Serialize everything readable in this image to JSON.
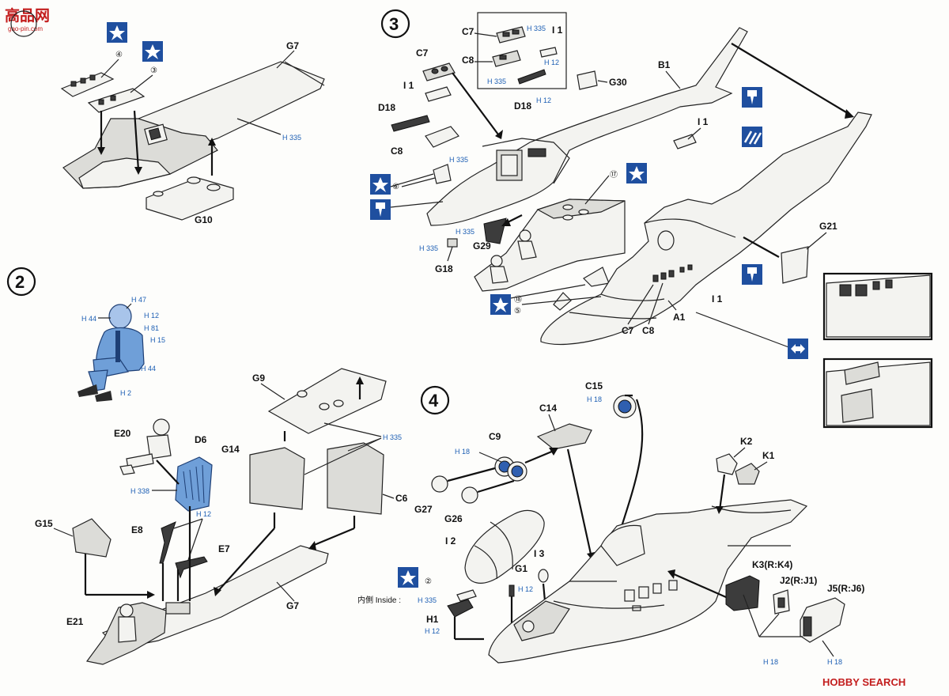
{
  "watermark": {
    "site": "高品网",
    "domain": "gao-pin.com",
    "footer": "HOBBY SEARCH"
  },
  "steps": {
    "s2": "2",
    "s3": "3",
    "s4": "4"
  },
  "markers": {
    "m1": "④",
    "m2": "③",
    "m3": "⑥",
    "m4": "⑰",
    "m5": "⑱",
    "m6": "⑤",
    "m7": "②"
  },
  "labels": {
    "g7a": "G7",
    "g10": "G10",
    "c7a": "C7",
    "c8a": "C8",
    "i1a": "I 1",
    "d18a": "D18",
    "c7b": "C7",
    "i1b": "I 1",
    "c8b": "C8",
    "d18b": "D18",
    "b1": "B1",
    "g30": "G30",
    "i1c": "I 1",
    "g29": "G29",
    "g18": "G18",
    "g21": "G21",
    "i1d": "I 1",
    "c7c": "C7",
    "c8c": "C8",
    "a1": "A1",
    "g9": "G9",
    "g14": "G14",
    "c6": "C6",
    "e20": "E20",
    "d6": "D6",
    "g15": "G15",
    "e8": "E8",
    "e7": "E7",
    "g7b": "G7",
    "e21": "E21",
    "c15": "C15",
    "c14": "C14",
    "c9": "C9",
    "g27": "G27",
    "g26": "G26",
    "i2": "I 2",
    "i3": "I 3",
    "g1": "G1",
    "h1": "H1",
    "k2": "K2",
    "k1": "K1",
    "k3": "K3(R:K4)",
    "j2": "J2(R:J1)",
    "j5": "J5(R:J6)",
    "inside": "内側  Inside :"
  },
  "paint": {
    "p1": "H 335",
    "p2": "H 335",
    "p3": "H 12",
    "p4": "H 335",
    "p5": "H 12",
    "p6": "H 335",
    "p7": "H 335",
    "p8": "H 335",
    "p9": "H 47",
    "p10": "H 44",
    "p11": "H 12",
    "p12": "H 81",
    "p13": "H 15",
    "p14": "H 44",
    "p15": "H 2",
    "p16": "H 335",
    "p17": "H 338",
    "p18": "H 12",
    "p19": "H 18",
    "p20": "H 18",
    "p21": "H 12",
    "p22": "H 335",
    "p23": "H 12",
    "p24": "H 18",
    "p25": "H 18"
  },
  "colors": {
    "pilot": "#6f9fd8",
    "paint_code": "#1d5fb4",
    "symbol": "#1f4f9f"
  },
  "icons": [
    "star-icon",
    "drill-hole-icon",
    "decal-stripe-icon",
    "both-sides-arrow-icon"
  ]
}
